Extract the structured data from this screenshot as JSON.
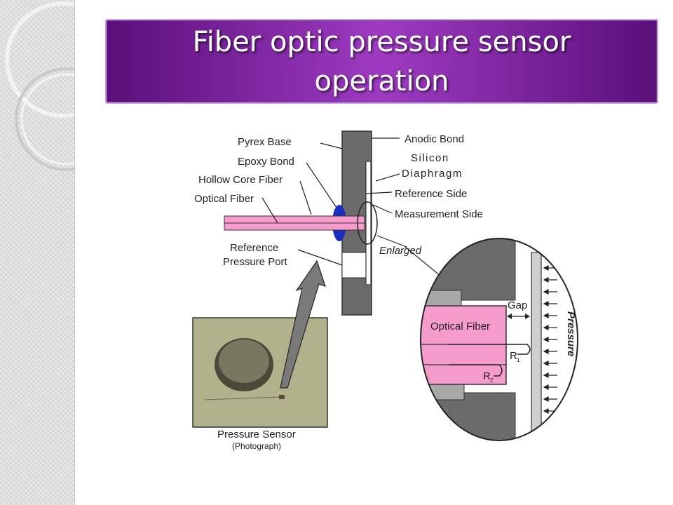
{
  "slide": {
    "title": "Fiber optic pressure sensor operation"
  },
  "labels": {
    "pyrex_base": "Pyrex Base",
    "epoxy_bond": "Epoxy Bond",
    "hollow_core_fiber": "Hollow Core Fiber",
    "optical_fiber": "Optical Fiber",
    "reference_pressure_port_1": "Reference",
    "reference_pressure_port_2": "Pressure Port",
    "anodic_bond": "Anodic Bond",
    "silicon_diaphragm_1": "Silicon",
    "silicon_diaphragm_2": "Diaphragm",
    "reference_side": "Reference Side",
    "measurement_side": "Measurement Side",
    "enlarged": "Enlarged",
    "gap": "Gap",
    "optical_fiber_enlarged": "Optical Fiber",
    "pressure": "Pressure",
    "r1": "R",
    "r2": "R",
    "photo_caption_1": "Pressure Sensor",
    "photo_caption_2": "(Photograph)"
  },
  "colors": {
    "title_bar": "#7a1fa2",
    "fiber_pink": "#f59ccc",
    "epoxy_blue": "#1a2fc0",
    "pyrex_gray": "#6b6b6b"
  }
}
